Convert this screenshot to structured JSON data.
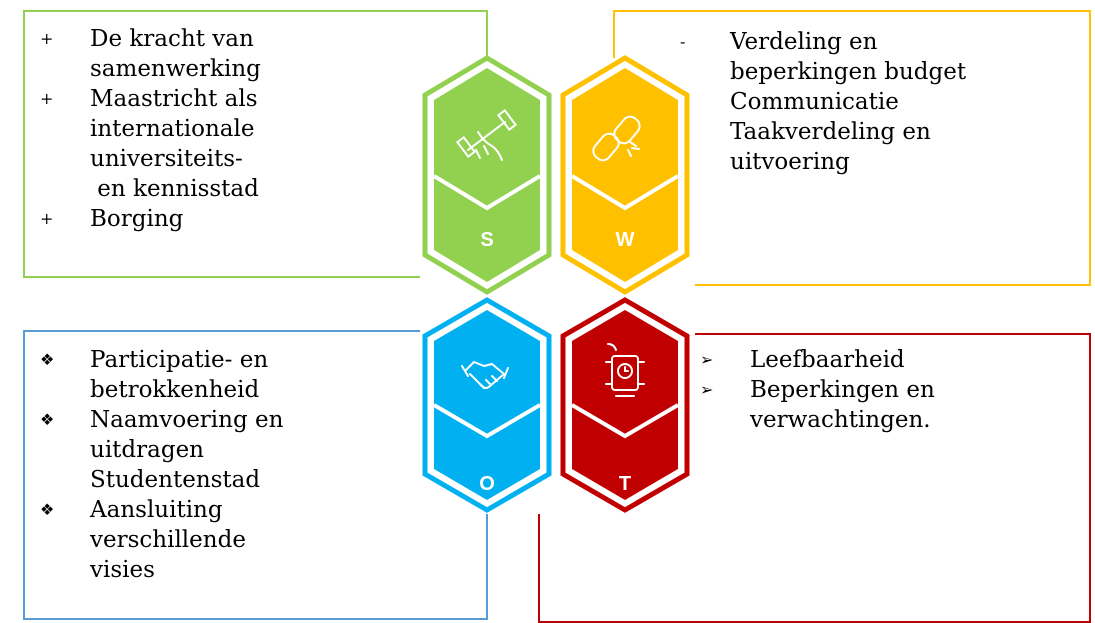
{
  "swot": {
    "strengths": {
      "letter": "S",
      "color": "#92d050",
      "marker": "+",
      "icon": "dumbbell-icon",
      "items": [
        {
          "lines": [
            "De kracht van",
            "samenwerking"
          ]
        },
        {
          "lines": [
            "Maastricht als",
            "internationale",
            "universiteits-",
            " en kennisstad"
          ]
        },
        {
          "lines": [
            "Borging"
          ]
        }
      ]
    },
    "weaknesses": {
      "letter": "W",
      "color": "#ffc000",
      "marker": "-",
      "icon": "broken-link-icon",
      "items": [
        {
          "lines": [
            "Verdeling en",
            "beperkingen budget"
          ]
        },
        {
          "lines": [
            "Communicatie"
          ]
        },
        {
          "lines": [
            "Taakverdeling en",
            "uitvoering"
          ]
        }
      ]
    },
    "opportunities": {
      "letter": "O",
      "color": "#00b0f0",
      "marker": "❖",
      "icon": "handshake-icon",
      "items": [
        {
          "lines": [
            "Participatie- en",
            "betrokkenheid"
          ]
        },
        {
          "lines": [
            "Naamvoering en",
            "uitdragen",
            "Studentenstad"
          ]
        },
        {
          "lines": [
            "Aansluiting",
            "verschillende",
            "visies"
          ]
        }
      ]
    },
    "threats": {
      "letter": "T",
      "color": "#c00000",
      "marker": "➢",
      "icon": "bomb-icon",
      "items": [
        {
          "lines": [
            "Leefbaarheid"
          ]
        },
        {
          "lines": [
            "Beperkingen en",
            "verwachtingen."
          ]
        }
      ]
    }
  },
  "frame_colors": {
    "strengths": "#92d050",
    "weaknesses": "#ffc000",
    "opportunities": "#5b9bd5",
    "threats": "#c00000"
  }
}
